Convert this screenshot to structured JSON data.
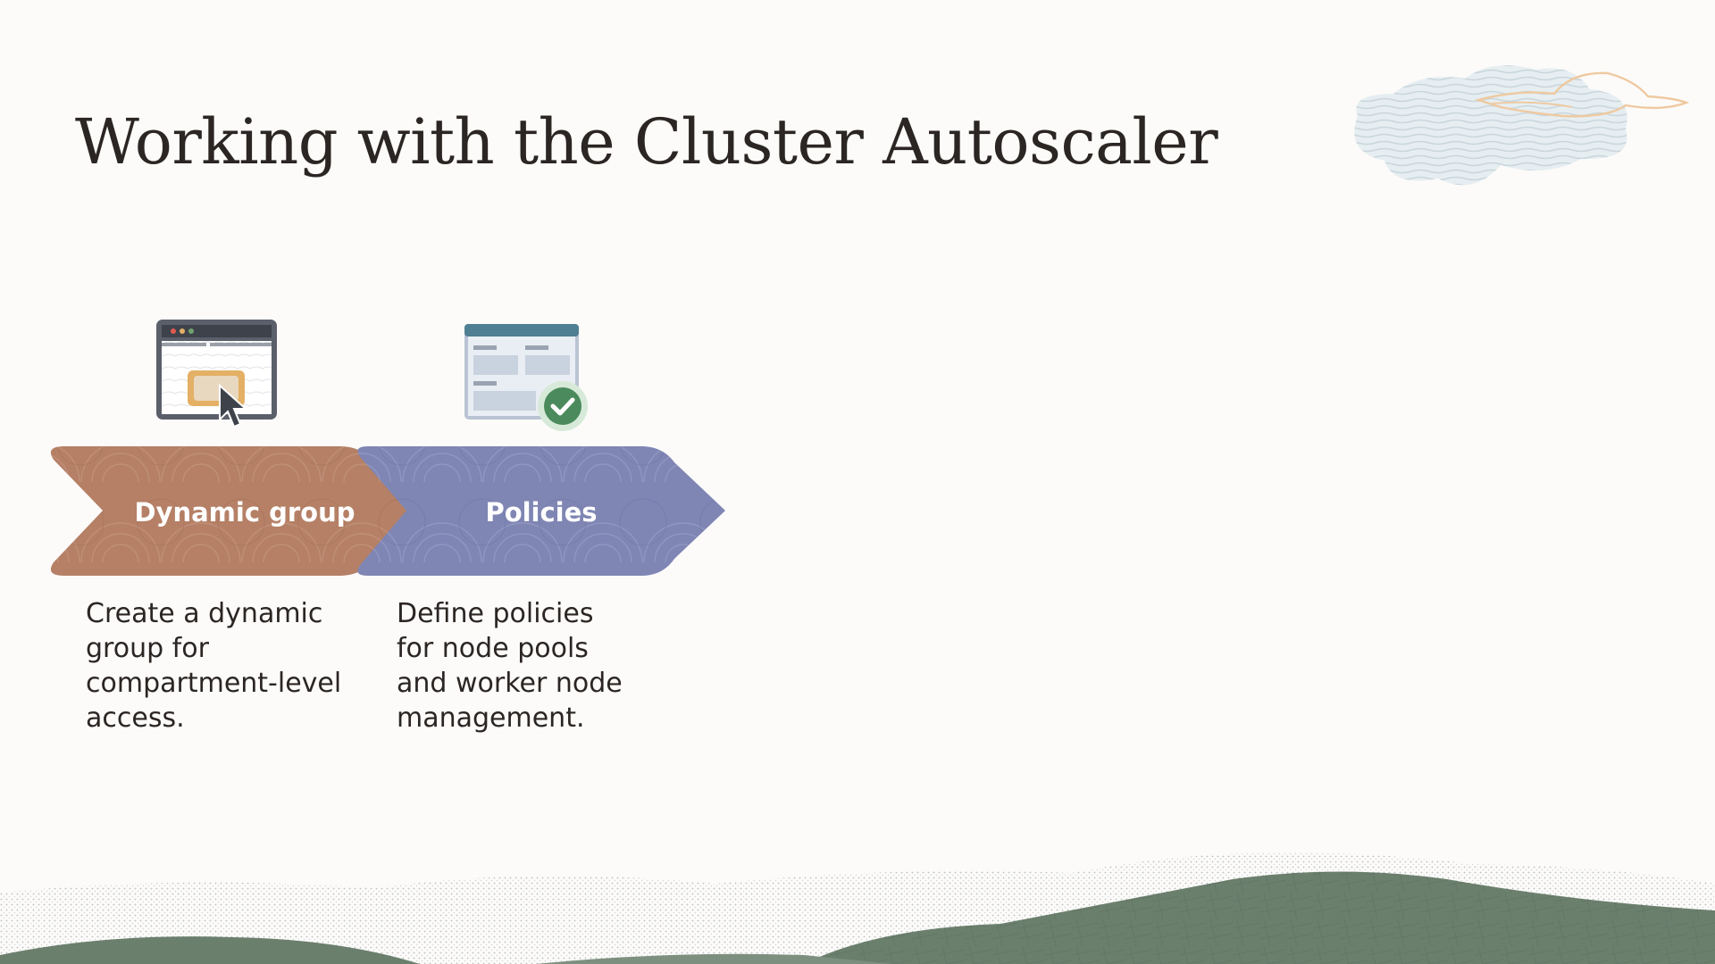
{
  "slide": {
    "title": "Working with the Cluster Autoscaler"
  },
  "steps": [
    {
      "label": "Dynamic group",
      "description": "Create a dynamic group for compartment-level access.",
      "icon": "browser-click-icon",
      "color": "#b58066"
    },
    {
      "label": "Policies",
      "description": "Define policies for node pools and worker node management.",
      "icon": "policy-approved-icon",
      "color": "#7f86b4"
    }
  ],
  "colors": {
    "title": "#2b2623",
    "hills": "#6b7f6d",
    "check": "#4a8a5c",
    "icon_frame": "#5b5f6a",
    "icon_header": "#4f7f93",
    "icon_button": "#e3b065"
  }
}
